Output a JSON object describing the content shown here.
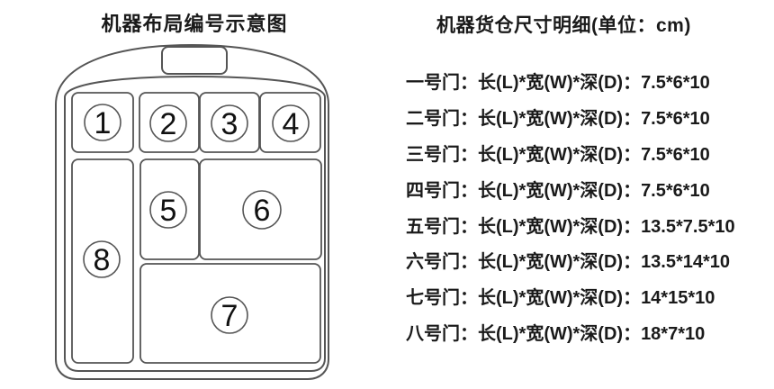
{
  "left_panel": {
    "title": "机器布局编号示意图",
    "compartments": [
      {
        "number": "1"
      },
      {
        "number": "2"
      },
      {
        "number": "3"
      },
      {
        "number": "4"
      },
      {
        "number": "5"
      },
      {
        "number": "6"
      },
      {
        "number": "7"
      },
      {
        "number": "8"
      }
    ]
  },
  "right_panel": {
    "title": "机器货仓尺寸明细(单位：cm)",
    "rows": [
      {
        "door": "一号门",
        "dimensions_label": "长(L)*宽(W)*深(D)",
        "size": "7.5*6*10",
        "text": "一号门：长(L)*宽(W)*深(D)：7.5*6*10"
      },
      {
        "door": "二号门",
        "dimensions_label": "长(L)*宽(W)*深(D)",
        "size": "7.5*6*10",
        "text": "二号门：长(L)*宽(W)*深(D)：7.5*6*10"
      },
      {
        "door": "三号门",
        "dimensions_label": "长(L)*宽(W)*深(D)",
        "size": "7.5*6*10",
        "text": "三号门：长(L)*宽(W)*深(D)：7.5*6*10"
      },
      {
        "door": "四号门",
        "dimensions_label": "长(L)*宽(W)*深(D)",
        "size": "7.5*6*10",
        "text": "四号门：长(L)*宽(W)*深(D)：7.5*6*10"
      },
      {
        "door": "五号门",
        "dimensions_label": "长(L)*宽(W)*深(D)",
        "size": "13.5*7.5*10",
        "text": "五号门：长(L)*宽(W)*深(D)：13.5*7.5*10"
      },
      {
        "door": "六号门",
        "dimensions_label": "长(L)*宽(W)*深(D)",
        "size": "13.5*14*10",
        "text": "六号门：长(L)*宽(W)*深(D)：13.5*14*10"
      },
      {
        "door": "七号门",
        "dimensions_label": "长(L)*宽(W)*深(D)",
        "size": "14*15*10",
        "text": "七号门：长(L)*宽(W)*深(D)：14*15*10"
      },
      {
        "door": "八号门",
        "dimensions_label": "长(L)*宽(W)*深(D)",
        "size": "18*7*10",
        "text": "八号门：长(L)*宽(W)*深(D)：18*7*10"
      }
    ]
  },
  "colors": {
    "line": "#555555",
    "text": "#1a1a1a",
    "background": "#ffffff"
  }
}
